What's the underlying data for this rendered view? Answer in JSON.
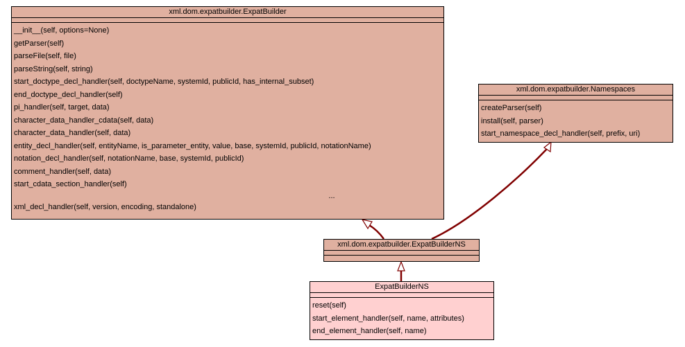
{
  "classes": {
    "expat_builder": {
      "title": "xml.dom.expatbuilder.ExpatBuilder",
      "methods": [
        "__init__(self, options=None)",
        "getParser(self)",
        "parseFile(self, file)",
        "parseString(self, string)",
        "start_doctype_decl_handler(self, doctypeName, systemId, publicId, has_internal_subset)",
        "end_doctype_decl_handler(self)",
        "pi_handler(self, target, data)",
        "character_data_handler_cdata(self, data)",
        "character_data_handler(self, data)",
        "entity_decl_handler(self, entityName, is_parameter_entity, value, base, systemId, publicId, notationName)",
        "notation_decl_handler(self, notationName, base, systemId, publicId)",
        "comment_handler(self, data)",
        "start_cdata_section_handler(self)"
      ],
      "ellipsis": "...",
      "last_method": "xml_decl_handler(self, version, encoding, standalone)"
    },
    "namespaces": {
      "title": "xml.dom.expatbuilder.Namespaces",
      "methods": [
        "createParser(self)",
        "install(self, parser)",
        "start_namespace_decl_handler(self, prefix, uri)"
      ]
    },
    "expat_builder_ns_base": {
      "title": "xml.dom.expatbuilder.ExpatBuilderNS"
    },
    "expat_builder_ns": {
      "title": "ExpatBuilderNS",
      "methods": [
        "reset(self)",
        "start_element_handler(self, name, attributes)",
        "end_element_handler(self, name)"
      ]
    }
  },
  "colors": {
    "class_fill": "#e0b0a0",
    "highlight_fill": "#ffd0d0",
    "edge": "#800000"
  }
}
